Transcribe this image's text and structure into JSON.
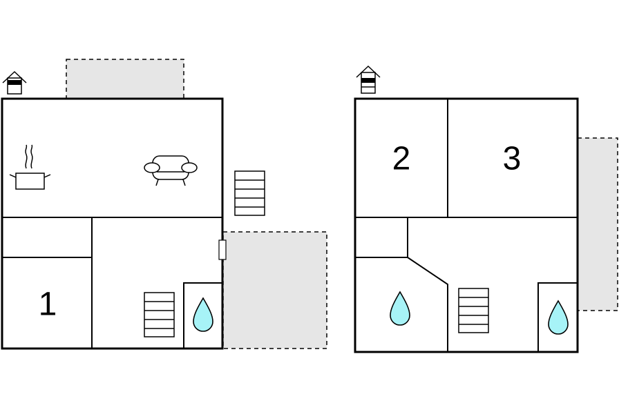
{
  "floors": [
    {
      "name": "ground-floor",
      "rooms": [
        {
          "number": "1"
        }
      ]
    },
    {
      "name": "upper-floor",
      "rooms": [
        {
          "number": "2"
        },
        {
          "number": "3"
        }
      ]
    }
  ],
  "colors": {
    "terrace_fill": "#e6e6e6",
    "water_drop": "#a7f3f7",
    "wall": "#000000"
  },
  "icons": [
    "entrance-icon",
    "kitchen-pot-icon",
    "sofa-icon",
    "stairs-icon",
    "bathroom-drop-icon"
  ]
}
